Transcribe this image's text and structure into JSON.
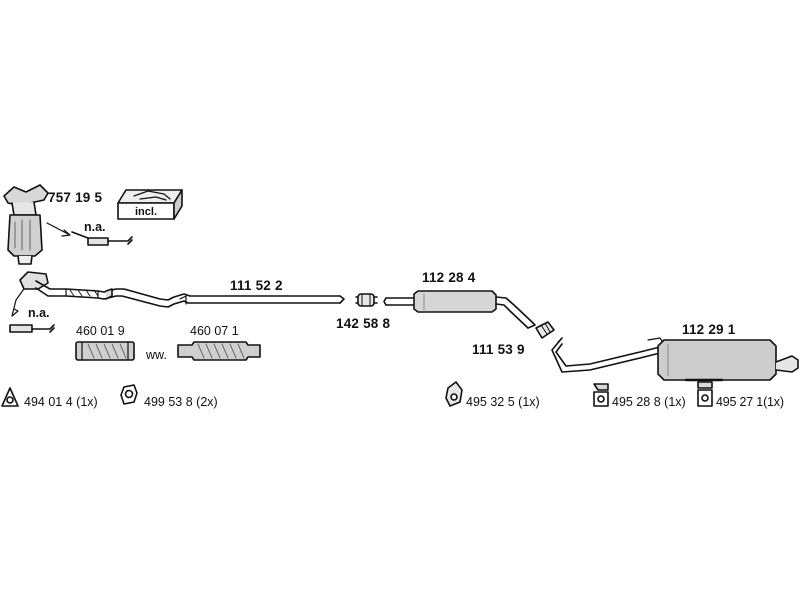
{
  "parts": {
    "catalyst": "757 19 5",
    "catalyst_incl": "incl.",
    "na_upper": "n.a.",
    "na_lower": "n.a.",
    "front_pipe": "111 52 2",
    "connector": "142 58 8",
    "middle_silencer": "112 28 4",
    "link_pipe": "111 53 9",
    "rear_silencer": "112 29 1",
    "flex_a": "460 01 9",
    "ww": "ww.",
    "flex_b": "460 07 1"
  },
  "mounts": [
    {
      "code": "494 01 4",
      "qty": "(1x)"
    },
    {
      "code": "499 53 8",
      "qty": "(2x)"
    },
    {
      "code": "495 32 5",
      "qty": "(1x)"
    },
    {
      "code": "495 28 8",
      "qty": "(1x)"
    },
    {
      "code": "495 27 1",
      "qty": "(1x)"
    }
  ]
}
